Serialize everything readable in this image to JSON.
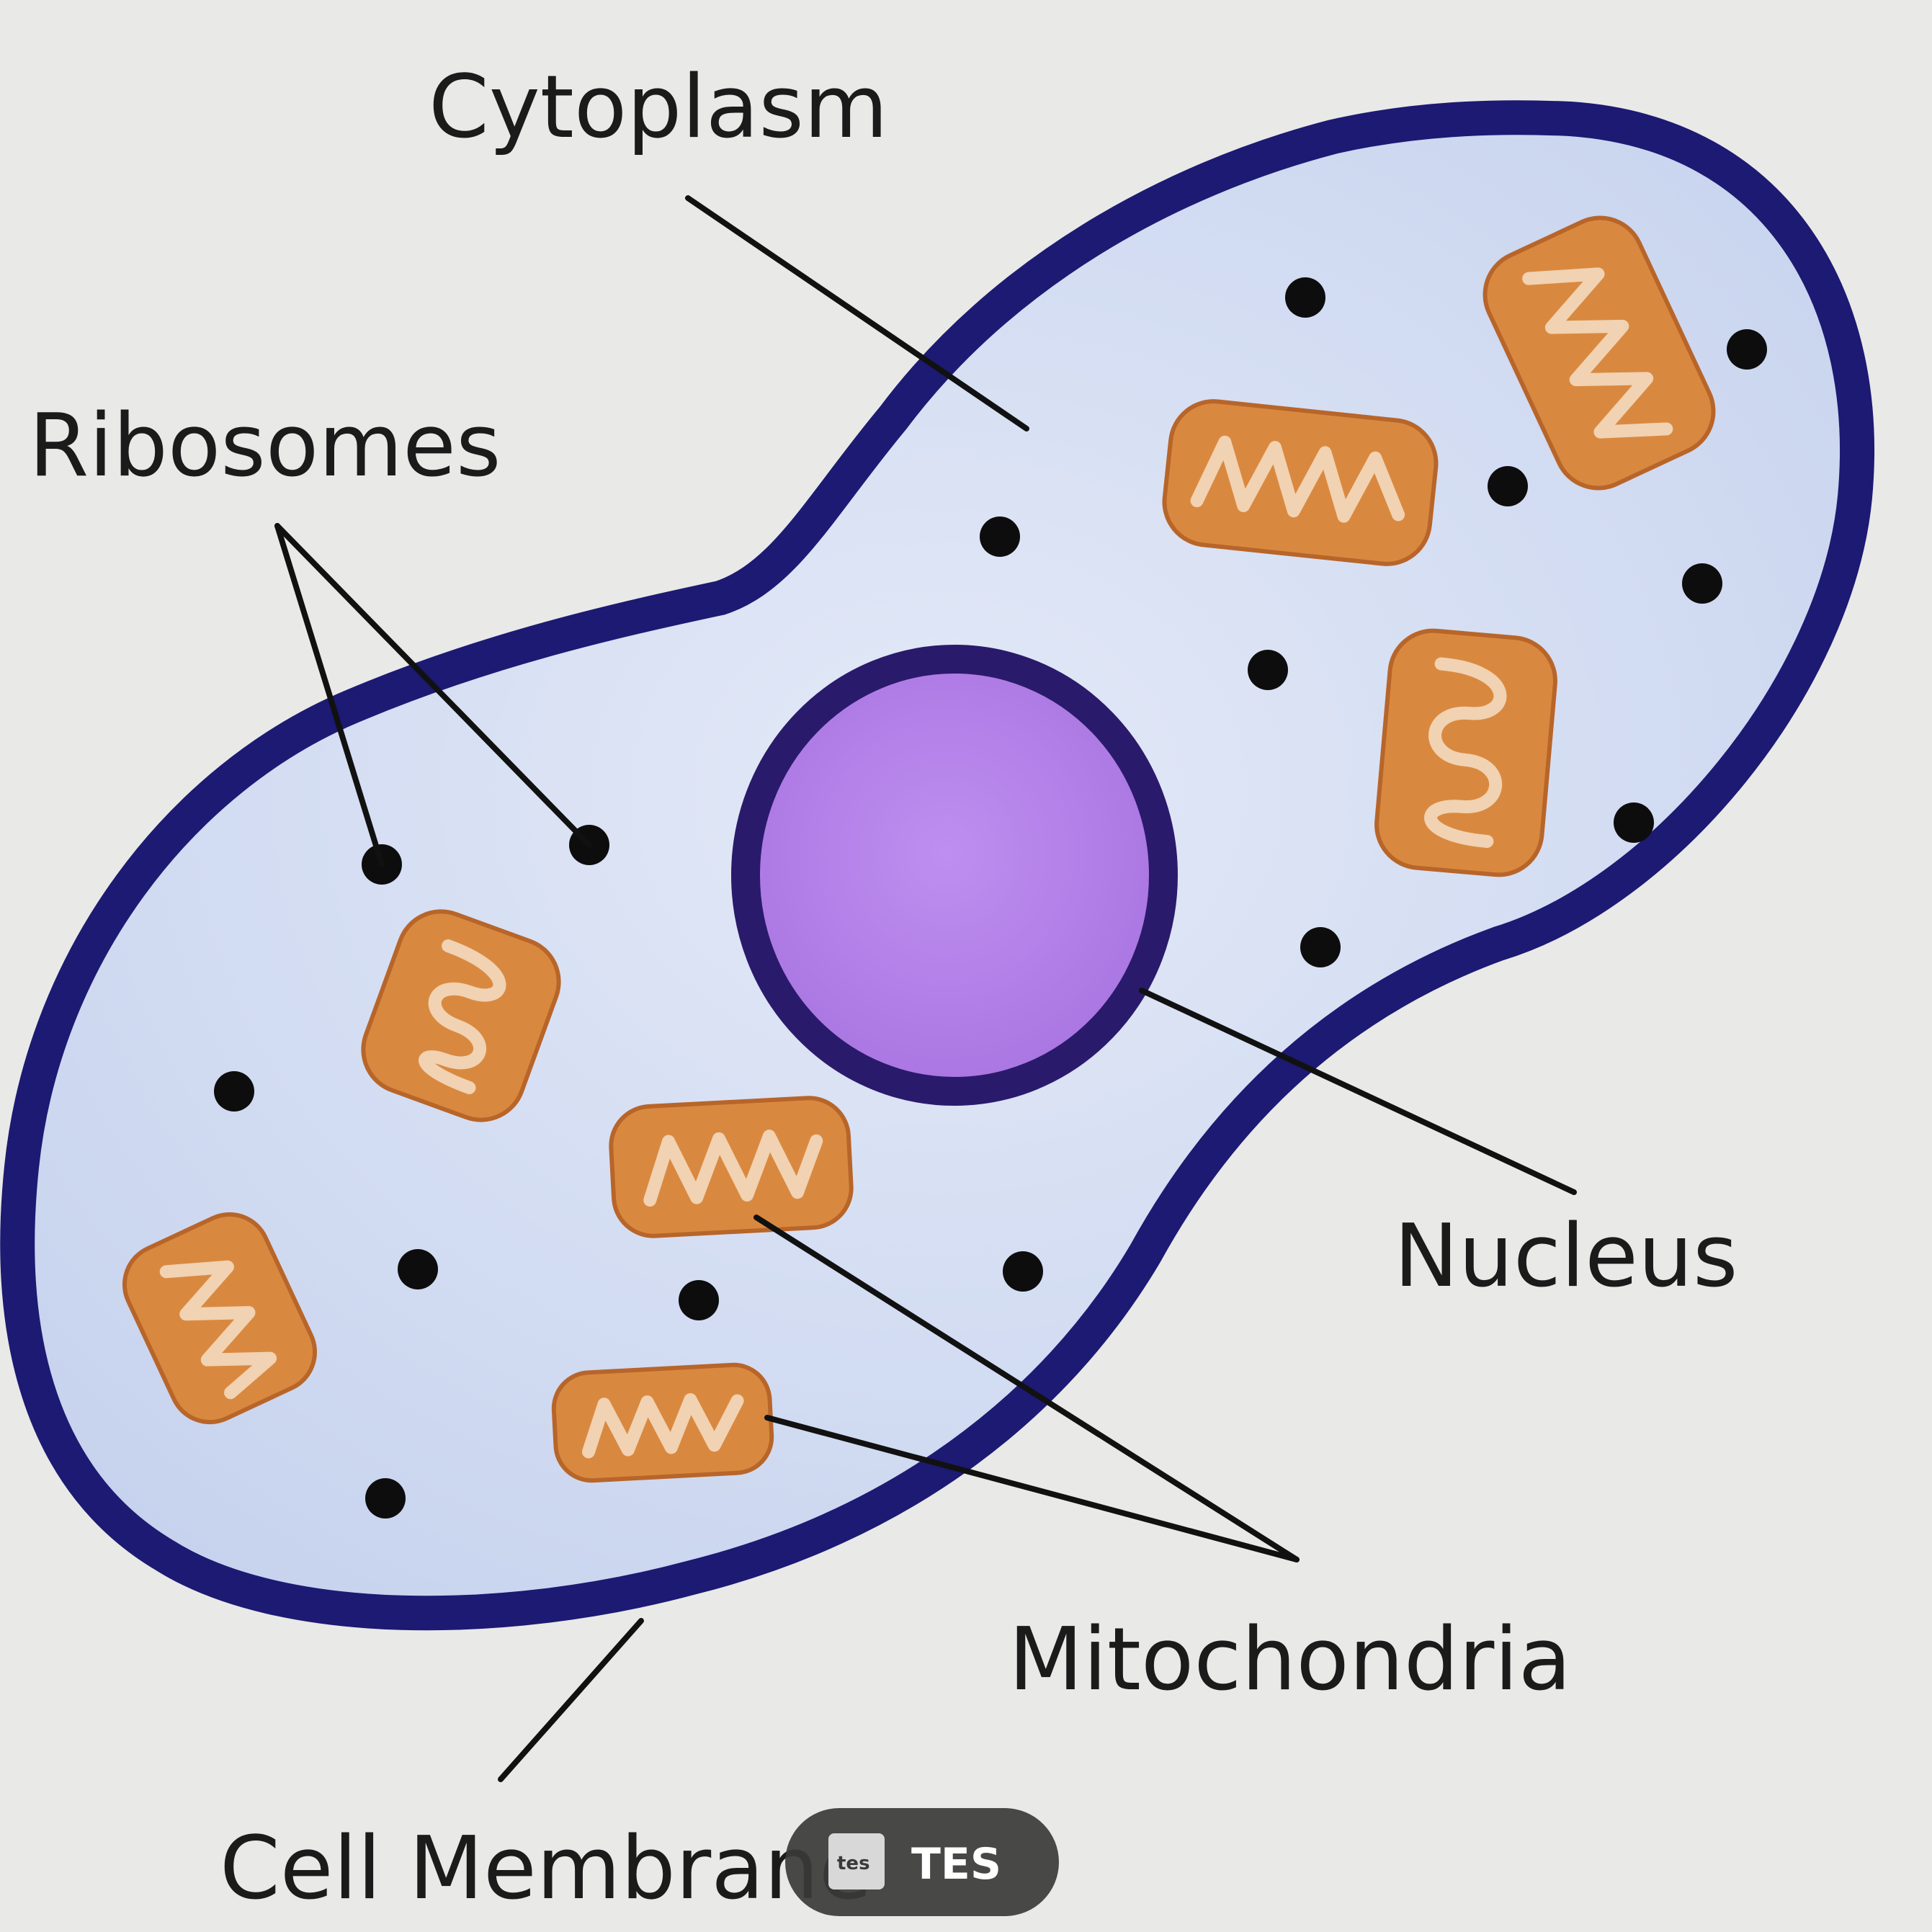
{
  "labels": {
    "cytoplasm": "Cytoplasm",
    "ribosomes": "Ribosomes",
    "nucleus": "Nucleus",
    "mitochondria": "Mitochondria",
    "cell_membrane": "Cell Membrane"
  },
  "badge": {
    "logo_text": "tes",
    "text": "TES"
  },
  "colors": {
    "background": "#e9e9e7",
    "membrane": "#1c1a73",
    "cytoplasm": "#d3ddf2",
    "nucleus_fill": "#b27fe6",
    "nucleus_border": "#2a1a6b",
    "mitochondria": "#d9893f",
    "ribosome": "#0d0d0d",
    "badge": "#3a3a3a"
  }
}
